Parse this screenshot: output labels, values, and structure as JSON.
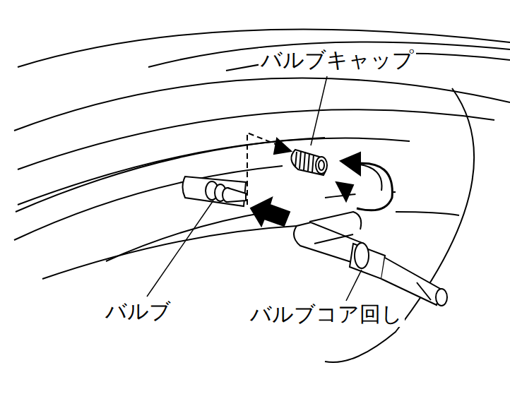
{
  "diagram": {
    "labels": [
      "バルブキャップ",
      "バルブ",
      "バルブコア回し"
    ]
  }
}
